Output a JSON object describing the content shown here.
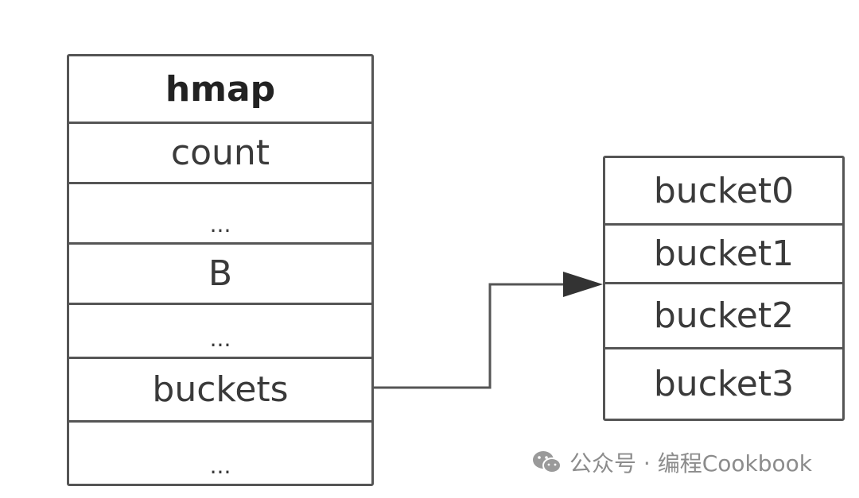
{
  "hmap": {
    "title": "hmap",
    "rows": [
      "count",
      "...",
      "B",
      "...",
      "buckets",
      "..."
    ]
  },
  "buckets": [
    "bucket0",
    "bucket1",
    "bucket2",
    "bucket3"
  ],
  "watermark": {
    "icon": "wechat-icon",
    "text": "公众号 · 编程Cookbook"
  },
  "colors": {
    "line": "#555555",
    "text": "#3a3a3a",
    "watermark": "#8c8c8c"
  }
}
